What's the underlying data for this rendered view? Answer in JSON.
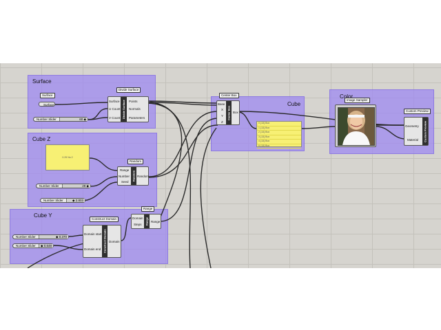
{
  "groups": {
    "surface": "Surface",
    "cube_z": "Cube Z",
    "cube_y": "Cube Y",
    "cube": "Cube",
    "color": "Color"
  },
  "surface_param": "Surface",
  "surface_tag": "Surface",
  "divide_surface": {
    "title": "Divide Surface",
    "caption": "Divide Surface",
    "inputs": [
      "Surface",
      "U Count",
      "V Count"
    ],
    "outputs": [
      "Points",
      "Normals",
      "Parameters"
    ]
  },
  "sliders": {
    "surface_slider": {
      "label": "Number Slider",
      "value": "60 ◆"
    },
    "cube_z_slider_1": {
      "label": "Number Slider",
      "value": "29 ◆"
    },
    "cube_z_slider_2": {
      "label": "Number Slider",
      "value": "◆ 2.803"
    },
    "cube_y_slider_1": {
      "label": "Number Slider",
      "value": "◆ 0.370"
    },
    "cube_y_slider_2": {
      "label": "Number Slider",
      "value": "◆ 0.648"
    }
  },
  "cube_z_panel_text": "0.29 No 2",
  "random": {
    "title": "Random",
    "caption": "Random",
    "inputs": [
      "Range",
      "Number",
      "Seed"
    ],
    "outputs": [
      "Random"
    ]
  },
  "construct_domain": {
    "title": "Construct Domain",
    "caption": "Construct Domain",
    "inputs": [
      "Domain start",
      "Domain end"
    ],
    "outputs": [
      "Domain"
    ]
  },
  "range": {
    "title": "Range",
    "caption": "Range",
    "inputs": [
      "Domain",
      "Steps"
    ],
    "outputs": [
      "Range"
    ]
  },
  "center_box": {
    "title": "Center Box",
    "caption": "Center Box",
    "inputs": [
      "Base",
      "X",
      "Y",
      "Z"
    ],
    "outputs": [
      "Box"
    ]
  },
  "cube_panel_rows": [
    "0 {13} Box",
    "1 {13} Box",
    "2 {13} Box",
    "3 {13} Box",
    "4 {13} Box",
    "5 {13} Box"
  ],
  "image_sampler": {
    "title": "Image Sampler"
  },
  "custom_preview": {
    "title": "Custom Preview",
    "caption": "Custom Preview",
    "inputs": [
      "Geometry",
      "Material"
    ]
  },
  "colors": {
    "canvas": "#d6d4cf",
    "group_fill": "#a08cf0",
    "panel_yellow": "#f7f074",
    "component_caption": "#2f2f2f"
  }
}
